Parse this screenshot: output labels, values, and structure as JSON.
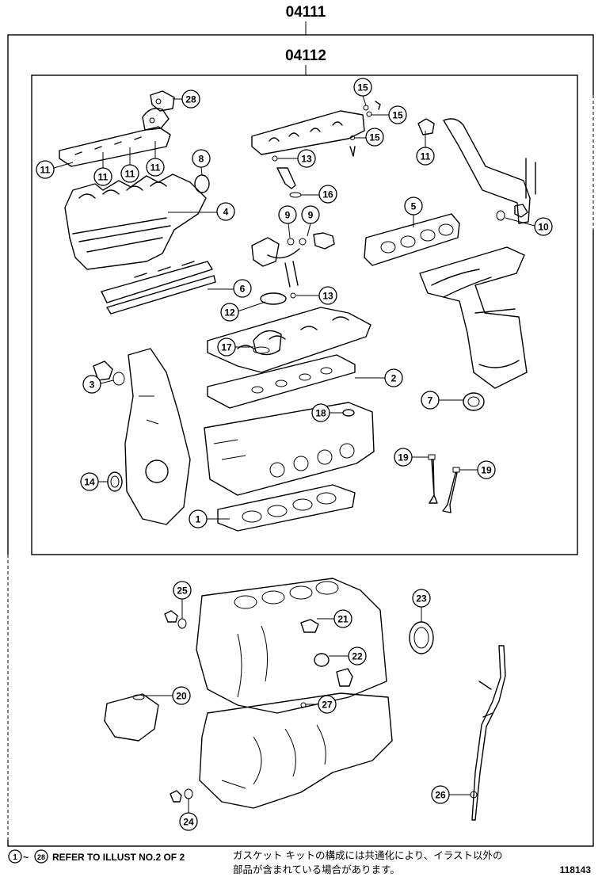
{
  "kits": {
    "outer_code": "04111",
    "inner_code": "04112"
  },
  "footer": {
    "range_start": "1",
    "range_end": "28",
    "range_tilde": "~",
    "reference_note": "REFER TO ILLUST NO.2 OF 2",
    "jp_line1": "ガスケット キットの構成には共通化により、イラスト以外の",
    "jp_line2": "部品が含まれている場合があります。",
    "illustration_number": "118143"
  },
  "callouts": [
    {
      "id": "c28",
      "number": "28",
      "part": "gasket-exhaust-pipe"
    },
    {
      "id": "c11a",
      "number": "11",
      "part": "exhaust-manifold-stud-gasket"
    },
    {
      "id": "c11b",
      "number": "11",
      "part": "exhaust-manifold-stud-gasket"
    },
    {
      "id": "c11c",
      "number": "11",
      "part": "exhaust-manifold-stud-gasket"
    },
    {
      "id": "c11d",
      "number": "11",
      "part": "exhaust-manifold-stud-gasket"
    },
    {
      "id": "c8",
      "number": "8",
      "part": "o-ring"
    },
    {
      "id": "c4",
      "number": "4",
      "part": "intake-manifold-gasket"
    },
    {
      "id": "c6",
      "number": "6",
      "part": "intake-chamber-gasket"
    },
    {
      "id": "c15a",
      "number": "15",
      "part": "injector-o-ring"
    },
    {
      "id": "c15b",
      "number": "15",
      "part": "injector-o-ring"
    },
    {
      "id": "c15c",
      "number": "15",
      "part": "injector-o-ring"
    },
    {
      "id": "c13a",
      "number": "13",
      "part": "injector-insulator"
    },
    {
      "id": "c16",
      "number": "16",
      "part": "injector-seal"
    },
    {
      "id": "c9a",
      "number": "9",
      "part": "o-ring"
    },
    {
      "id": "c9b",
      "number": "9",
      "part": "o-ring"
    },
    {
      "id": "c11e",
      "number": "11",
      "part": "egr-gasket"
    },
    {
      "id": "c10",
      "number": "10",
      "part": "egr-pipe-gasket"
    },
    {
      "id": "c5",
      "number": "5",
      "part": "exhaust-manifold-gasket"
    },
    {
      "id": "c12",
      "number": "12",
      "part": "oil-filler-gasket"
    },
    {
      "id": "c13b",
      "number": "13",
      "part": "plug-gasket"
    },
    {
      "id": "c17",
      "number": "17",
      "part": "oil-cap-gasket"
    },
    {
      "id": "c2",
      "number": "2",
      "part": "cylinder-head-cover-gasket"
    },
    {
      "id": "c3",
      "number": "3",
      "part": "water-outlet-gasket"
    },
    {
      "id": "c7",
      "number": "7",
      "part": "exhaust-pipe-gasket"
    },
    {
      "id": "c18",
      "number": "18",
      "part": "plug-tube-gasket"
    },
    {
      "id": "c19a",
      "number": "19",
      "part": "valve-stem-oil-seal"
    },
    {
      "id": "c19b",
      "number": "19",
      "part": "valve-stem-oil-seal"
    },
    {
      "id": "c14",
      "number": "14",
      "part": "crankshaft-front-oil-seal"
    },
    {
      "id": "c1",
      "number": "1",
      "part": "cylinder-head-gasket"
    },
    {
      "id": "c25",
      "number": "25",
      "part": "drain-cock-gasket"
    },
    {
      "id": "c21",
      "number": "21",
      "part": "water-inlet-gasket"
    },
    {
      "id": "c23",
      "number": "23",
      "part": "crankshaft-rear-oil-seal"
    },
    {
      "id": "c22",
      "number": "22",
      "part": "o-ring"
    },
    {
      "id": "c20",
      "number": "20",
      "part": "oil-pump-gasket"
    },
    {
      "id": "c27",
      "number": "27",
      "part": "o-ring"
    },
    {
      "id": "c26",
      "number": "26",
      "part": "oil-level-gauge-o-ring"
    },
    {
      "id": "c24",
      "number": "24",
      "part": "drain-plug-gasket"
    }
  ]
}
